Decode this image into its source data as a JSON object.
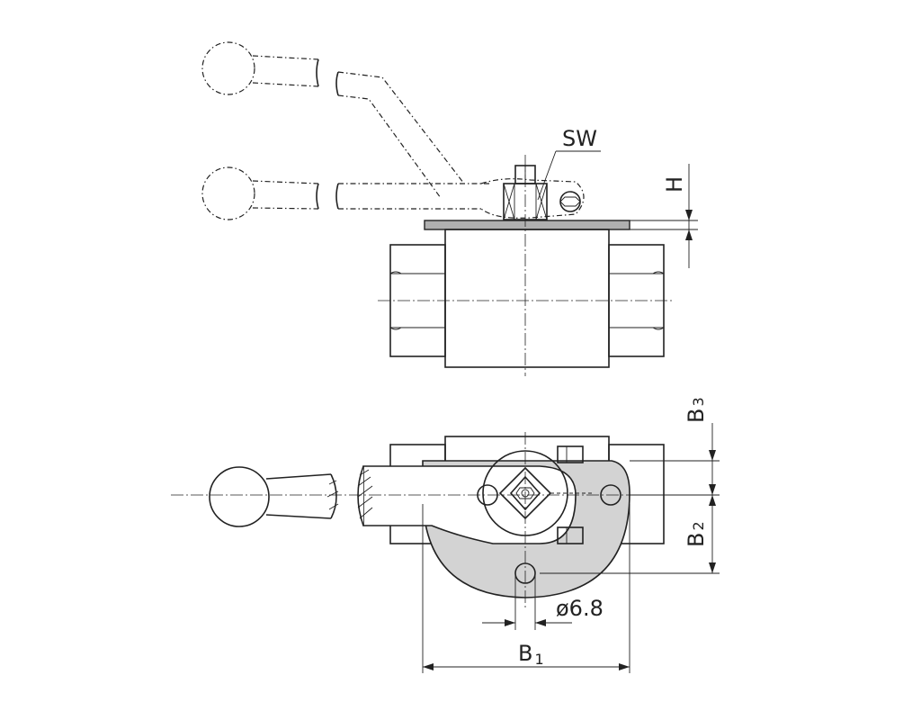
{
  "labels": {
    "sw": "SW",
    "h": "H",
    "b3_main": "B",
    "b3_sub": "3",
    "b2_main": "B",
    "b2_sub": "2",
    "diameter": "ø6.8",
    "b1_main": "B",
    "b1_sub": "1"
  },
  "colors": {
    "line": "#222222",
    "flange_fill": "#d3d3d3",
    "plate_fill": "#b0b0b0"
  },
  "icons": {
    "hex_nut": "hex-nut-icon",
    "hex_socket": "hex-socket-icon",
    "ball_grip": "ball-grip-icon"
  }
}
